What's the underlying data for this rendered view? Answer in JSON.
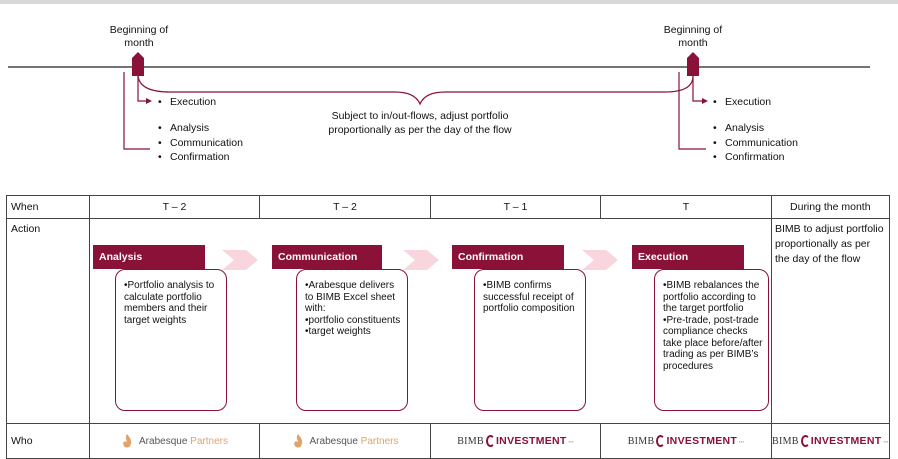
{
  "timeline": {
    "left_marker_label": "Beginning of\nmonth",
    "right_marker_label": "Beginning of\nmonth",
    "left_execution": "Execution",
    "right_execution": "Execution",
    "left_bullets": [
      "Analysis",
      "Communication",
      "Confirmation"
    ],
    "right_bullets": [
      "Analysis",
      "Communication",
      "Confirmation"
    ],
    "mid_note": "Subject to in/out-flows, adjust portfolio proportionally as per the day of the flow"
  },
  "table": {
    "row_labels": {
      "when": "When",
      "action": "Action",
      "who": "Who"
    },
    "when": [
      "T – 2",
      "T – 2",
      "T – 1",
      "T",
      "During the month"
    ],
    "during_text": "BIMB to adjust portfolio proportionally as per the day of the flow",
    "stages": [
      {
        "title": "Analysis",
        "lines": [
          "•Portfolio analysis to calculate portfolio members and their target weights"
        ]
      },
      {
        "title": "Communication",
        "lines": [
          "•Arabesque delivers to BIMB Excel sheet with:",
          "•portfolio constituents",
          "•target weights"
        ]
      },
      {
        "title": "Confirmation",
        "lines": [
          "•BIMB confirms successful receipt of portfolio composition"
        ]
      },
      {
        "title": "Execution",
        "lines": [
          "•BIMB rebalances the portfolio according to the target portfolio",
          "•Pre-trade, post-trade compliance checks take place before/after trading as per BIMB’s procedures"
        ]
      }
    ],
    "who": {
      "arabesque_name": "Arabesque",
      "arabesque_partners": "Partners",
      "bimb_left": "BIMB",
      "bimb_right": "INVESTMENT"
    }
  },
  "colors": {
    "accent": "#8a1238",
    "chevron": "#f9d6de"
  }
}
